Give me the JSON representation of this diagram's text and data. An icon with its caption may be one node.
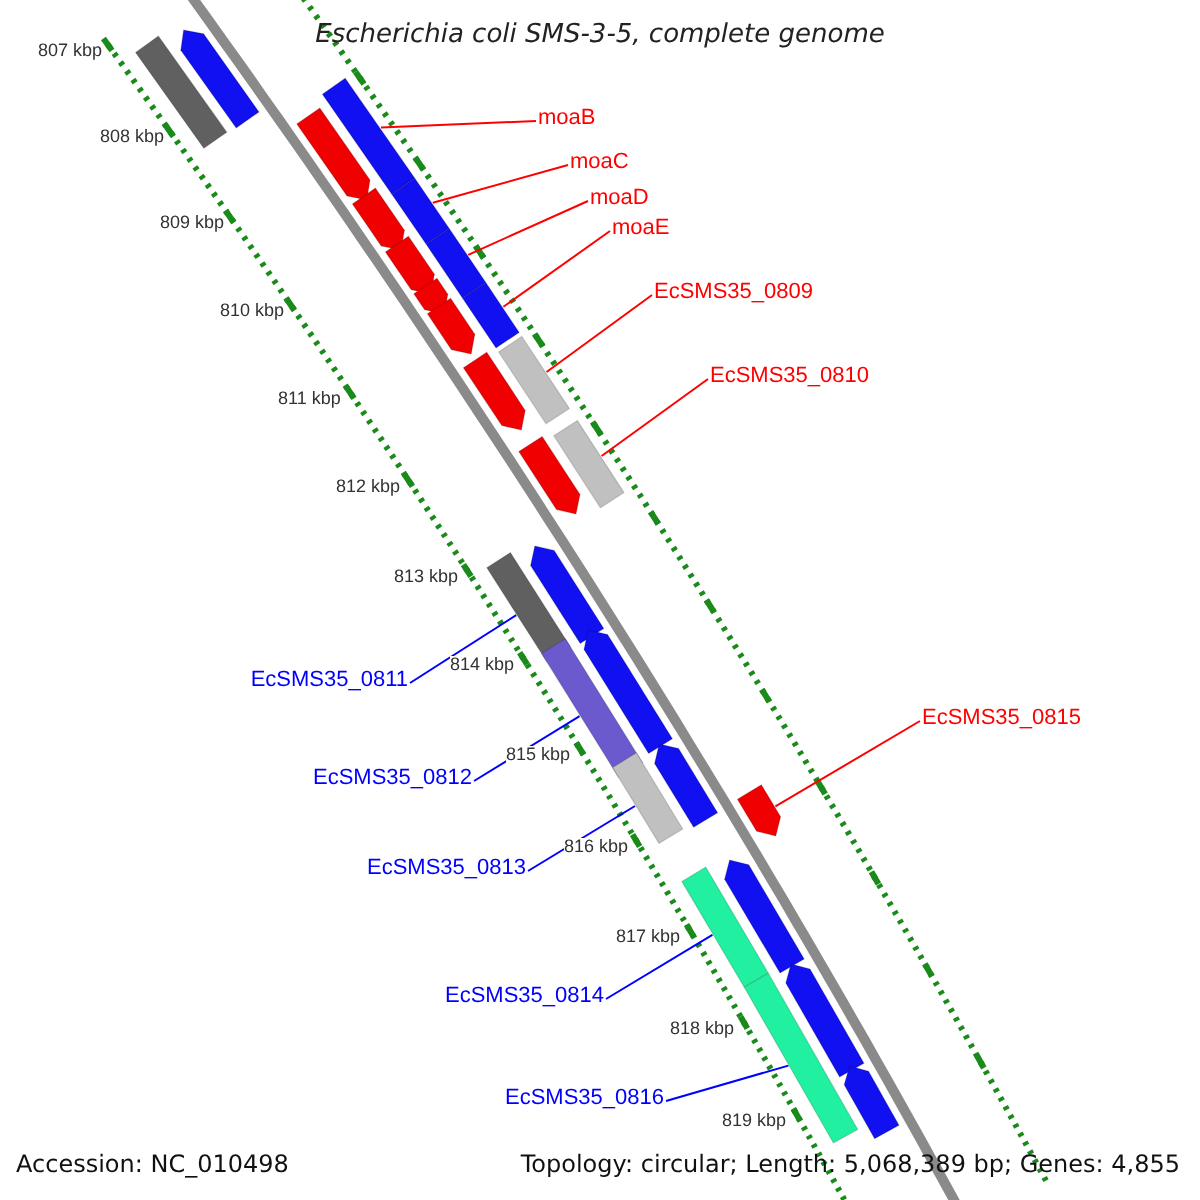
{
  "diagram": {
    "title": "Escherichia coli SMS-3-5, complete genome",
    "nodes": [
      {
        "text": [
          "moaB"
        ]
      },
      {
        "text": [
          "moaC"
        ]
      },
      {
        "text": [
          "moaD"
        ]
      },
      {
        "text": [
          "moaE"
        ]
      },
      {
        "text": [
          "EcSMS35_0809"
        ]
      },
      {
        "text": [
          "EcSMS35_0810"
        ]
      },
      {
        "text": [
          "EcSMS35_0811"
        ]
      },
      {
        "text": [
          "EcSMS35_0815"
        ]
      },
      {
        "text": [
          "EcSMS35_0812"
        ]
      },
      {
        "text": [
          "EcSMS35_0813"
        ]
      },
      {
        "text": [
          "EcSMS35_0814"
        ]
      },
      {
        "text": [
          "EcSMS35_0816"
        ]
      },
      {
        "text": [],
        "shape": "bar"
      },
      {
        "text": [],
        "shape": "bar"
      },
      {
        "text": [],
        "shape": "bar"
      },
      {
        "text": [],
        "shape": "bar"
      },
      {
        "text": [],
        "shape": "bar"
      },
      {
        "text": [],
        "shape": "bar"
      },
      {
        "text": [],
        "shape": "bar"
      },
      {
        "text": [],
        "shape": "bar"
      },
      {
        "text": [],
        "shape": "bar"
      },
      {
        "text": [],
        "shape": "bar"
      },
      {
        "text": [],
        "shape": "bar"
      },
      {
        "text": [],
        "shape": "bar"
      },
      {
        "text": [],
        "shape": "bar"
      },
      {
        "text": [],
        "shape": "bar"
      },
      {
        "text": [],
        "shape": "bar"
      },
      {
        "text": [],
        "shape": "bar"
      },
      {
        "text": [],
        "shape": "bar"
      },
      {
        "text": [],
        "shape": "bar"
      },
      {
        "text": [],
        "shape": "bar"
      },
      {
        "text": [],
        "shape": "bar"
      },
      {
        "text": [],
        "shape": "bar"
      },
      {
        "text": [],
        "shape": "bar"
      },
      {
        "text": [],
        "shape": "bar"
      },
      {
        "text": [],
        "shape": "bar"
      },
      {
        "text": [],
        "shape": "bar"
      },
      {
        "text": [],
        "shape": "bar"
      },
      {
        "text": [],
        "shape": "bar"
      }
    ],
    "edges": [
      {
        "from": 0,
        "to": 14,
        "arrow": "none"
      },
      {
        "from": 1,
        "to": 16,
        "arrow": "none"
      },
      {
        "from": 2,
        "to": 18,
        "arrow": "none"
      },
      {
        "from": 3,
        "to": 21,
        "arrow": "none"
      },
      {
        "from": 4,
        "to": 23,
        "arrow": "none"
      },
      {
        "from": 5,
        "to": 25,
        "arrow": "none"
      },
      {
        "from": 6,
        "to": 28,
        "arrow": "none",
        "color": "#0000ff"
      },
      {
        "from": 7,
        "to": 33,
        "arrow": "none"
      },
      {
        "from": 8,
        "to": 30,
        "arrow": "none",
        "color": "#0000ff"
      },
      {
        "from": 9,
        "to": 32,
        "arrow": "none",
        "color": "#0000ff"
      },
      {
        "from": 10,
        "to": 35,
        "arrow": "none",
        "color": "#0000ff"
      },
      {
        "from": 11,
        "to": 37,
        "arrow": "none",
        "color": "#0000ff"
      }
    ],
    "labels": [
      "807 kbp",
      "808 kbp",
      "809 kbp",
      "810 kbp",
      "811 kbp",
      "812 kbp",
      "813 kbp",
      "814 kbp",
      "815 kbp",
      "816 kbp",
      "817 kbp",
      "818 kbp",
      "819 kbp",
      "Accession: NC_010498",
      "Topology: circular; Length: 5,068,389 bp; Genes: 4,855"
    ]
  }
}
